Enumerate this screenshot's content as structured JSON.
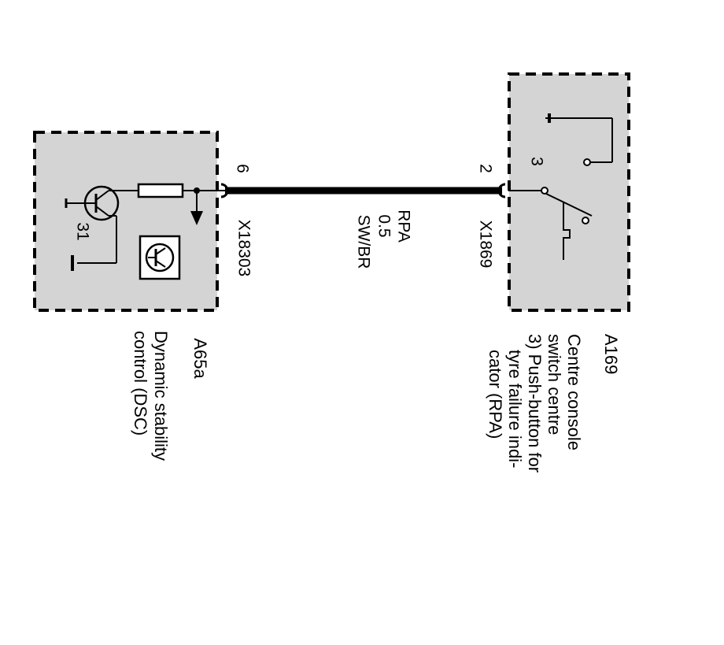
{
  "left_module": {
    "id": "A65a",
    "name_lines": [
      "Dynamic stability",
      "control (DSC)"
    ],
    "pin": "6",
    "connector": "X18303",
    "ground_label": "31"
  },
  "right_module": {
    "id": "A169",
    "name_lines": [
      "Centre console",
      "switch centre",
      "3) Push-button for",
      "tyre failure indi-",
      "cator (RPA)"
    ],
    "pin": "2",
    "connector": "X1869",
    "contact_label": "3"
  },
  "wire": {
    "signal": "RPA",
    "size": "0.5",
    "color_code": "SW/BR"
  }
}
